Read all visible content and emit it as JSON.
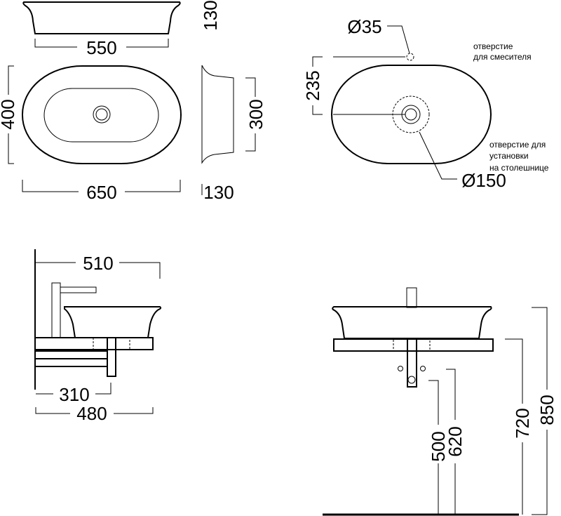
{
  "top_left": {
    "front_width": "550",
    "height_top": "130",
    "plan_depth": "400",
    "side_depth": "300",
    "plan_width": "650",
    "side_height": "130"
  },
  "top_right": {
    "tap_hole_diameter": "Ø35",
    "tap_hole_offset": "235",
    "tap_hole_note": [
      "отверстие",
      "для смесителя"
    ],
    "counter_hole_diameter": "Ø150",
    "counter_hole_note": [
      "отверстие для",
      "установки",
      "на столешнице"
    ]
  },
  "side_view": {
    "overall_projection": "510",
    "pipe_offset": "310",
    "counter_depth": "480"
  },
  "front_view": {
    "waste_height_low": "500",
    "waste_height_high": "620",
    "counter_height": "720",
    "rim_height": "850"
  }
}
